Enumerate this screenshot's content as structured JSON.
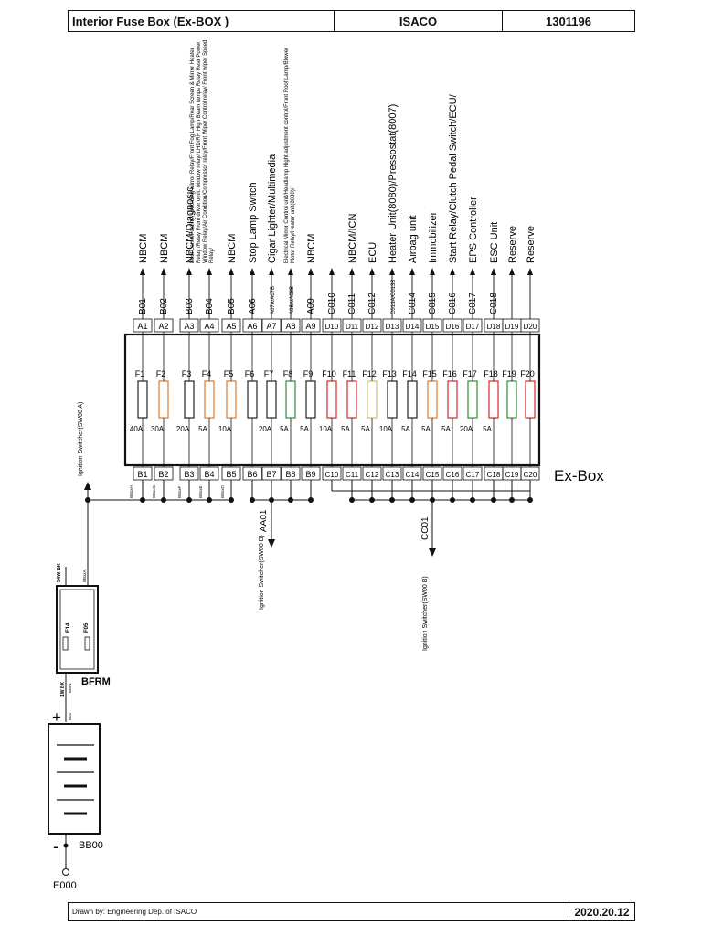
{
  "header": {
    "title": "Interior Fuse Box (Ex-BOX )",
    "company": "ISACO",
    "doc_number": "1301196"
  },
  "footer": {
    "drawn_by": "Drawn by: Engineering Dep. of ISACO",
    "date": "2020.20.12"
  },
  "box_label": "Ex-Box",
  "fuses": [
    {
      "id": "F1",
      "rating": "40A",
      "color": "#222222"
    },
    {
      "id": "F2",
      "rating": "30A",
      "color": "#e07a2a"
    },
    {
      "id": "F3",
      "rating": "20A",
      "color": "#222222"
    },
    {
      "id": "F4",
      "rating": "5A",
      "color": "#e07a2a"
    },
    {
      "id": "F5",
      "rating": "10A",
      "color": "#e07a2a"
    },
    {
      "id": "F6",
      "rating": "",
      "color": "#222222"
    },
    {
      "id": "F7",
      "rating": "20A",
      "color": "#222222"
    },
    {
      "id": "F8",
      "rating": "5A",
      "color": "#2e8b3a"
    },
    {
      "id": "F9",
      "rating": "5A",
      "color": "#222222"
    },
    {
      "id": "F10",
      "rating": "10A",
      "color": "#d12a2a"
    },
    {
      "id": "F11",
      "rating": "5A",
      "color": "#d12a2a"
    },
    {
      "id": "F12",
      "rating": "5A",
      "color": "#c9c27a"
    },
    {
      "id": "F13",
      "rating": "10A",
      "color": "#222222"
    },
    {
      "id": "F14",
      "rating": "5A",
      "color": "#222222"
    },
    {
      "id": "F15",
      "rating": "5A",
      "color": "#e07a2a"
    },
    {
      "id": "F16",
      "rating": "5A",
      "color": "#d12a2a"
    },
    {
      "id": "F17",
      "rating": "20A",
      "color": "#2e8b3a"
    },
    {
      "id": "F18",
      "rating": "5A",
      "color": "#d12a2a"
    },
    {
      "id": "F19",
      "rating": "",
      "color": "#2e8b3a"
    },
    {
      "id": "F20",
      "rating": "",
      "color": "#d12a2a"
    }
  ],
  "top_pins": [
    "A1",
    "A2",
    "A3",
    "A4",
    "A5",
    "A6",
    "A7",
    "A8",
    "A9",
    "D10",
    "D11",
    "D12",
    "D13",
    "D14",
    "D15",
    "D16",
    "D17",
    "D18",
    "D19",
    "D20"
  ],
  "bottom_pins": [
    "B1",
    "B2",
    "B3",
    "B4",
    "B5",
    "B6",
    "B7",
    "B8",
    "B9",
    "C10",
    "C11",
    "C12",
    "C13",
    "C14",
    "C15",
    "C16",
    "C17",
    "C18",
    "C19",
    "C20"
  ],
  "outputs": [
    {
      "code": "B01",
      "label": "NBCM"
    },
    {
      "code": "B02",
      "label": "NBCM"
    },
    {
      "code": "B03",
      "label": "NBCM/Diagnosic"
    },
    {
      "code": "B04",
      "label": "Boot Lamp/Folding, Unfolding Mirror Relay/Front Fog Lamp/Rear Screen & Mirror Heater Relay /Relay Front driver omit. window relay/ LHD/RH High Beam lamps Relay Rear Power Window Relay/Air Condition/Compressor relay/Front Wiper Control relay/ Front wiper Speed Relay/"
    },
    {
      "code": "B05",
      "label": "NBCM"
    },
    {
      "code": "A06",
      "label": "Stop Lamp Switch"
    },
    {
      "code": "A07A/A07B",
      "label": "Cigar Lighter/Multimedia"
    },
    {
      "code": "A08A/A08B",
      "label": "Electrical Mirror Control unit/Headlamp Hight adjustment control/Front Roof Lamp/Blower Motor Relay/Heater unit(8080)/"
    },
    {
      "code": "A09",
      "label": "NBCM"
    },
    {
      "code": "C010",
      "label": ""
    },
    {
      "code": "C011",
      "label": "NBCM/ICN"
    },
    {
      "code": "C012",
      "label": "ECU"
    },
    {
      "code": "C013A/C013B",
      "label": "Heater Unit(8080)/Pressostat(8007)"
    },
    {
      "code": "C014",
      "label": "Airbag unit"
    },
    {
      "code": "C015",
      "label": "Immobilizer"
    },
    {
      "code": "C016",
      "label": "Start Relay/Clutch Pedal Switch/ECU/"
    },
    {
      "code": "C017",
      "label": "EPS Controller"
    },
    {
      "code": "C018",
      "label": "ESC Unit"
    },
    {
      "code": "",
      "label": "Reserve"
    },
    {
      "code": "",
      "label": "Reserve"
    }
  ],
  "bottom_wire_codes": [
    "BBxxH",
    "BBxxG",
    "BBxxF",
    "BBxxE",
    "BBxxD"
  ],
  "connectors": {
    "aa01": "AA01",
    "aa01_dest": "Ignition Switcher(SW00 B)",
    "cc01": "CC01",
    "cc01_dest": "Ignition Switcher(SW00 B)",
    "left_dest": "Ignition Switcher(SW00 A)"
  },
  "bfrm": {
    "label": "BFRM",
    "fuse1": "F14",
    "fuse2": "F05",
    "wire_top": "54W BK",
    "wire_top2": "BBxxA",
    "wire_bottom": "1W BK",
    "wire_bottom2": "BB01",
    "wire_bottom3": "B03"
  },
  "battery": {
    "plus": "+",
    "minus": "-",
    "ground_node": "BB00",
    "earth": "E000"
  }
}
